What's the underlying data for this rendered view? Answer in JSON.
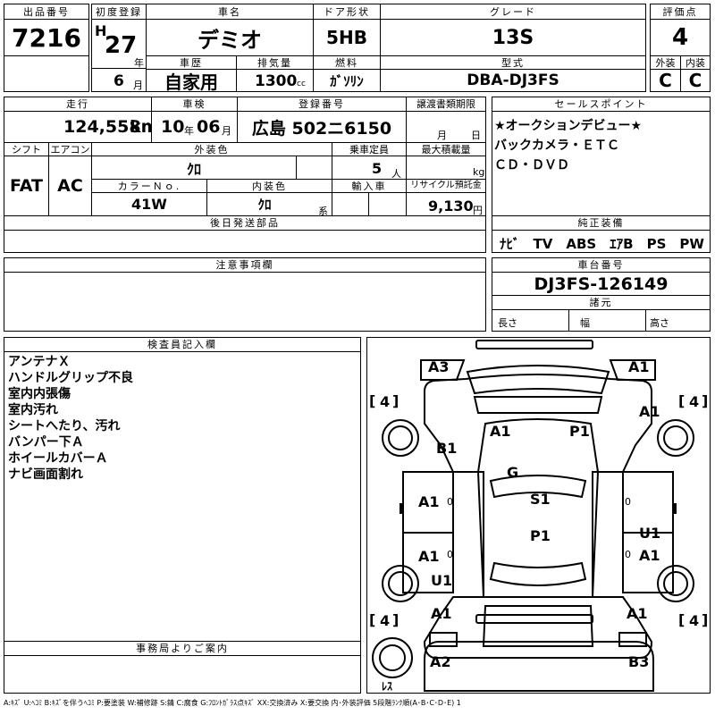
{
  "header": {
    "lot_no_label": "出品番号",
    "lot_no": "7216",
    "first_reg_label": "初度登録",
    "era": "H",
    "year": "27",
    "year_unit": "年",
    "month": "6",
    "month_unit": "月",
    "car_name_label": "車名",
    "car_name": "デミオ",
    "door_label": "ドア形状",
    "door": "5HB",
    "grade_label": "グレード",
    "grade": "13S",
    "score_label": "評価点",
    "score": "4",
    "history_label": "車歴",
    "history": "自家用",
    "displacement_label": "排気量",
    "displacement": "1300",
    "displacement_unit": "cc",
    "fuel_label": "燃料",
    "fuel": "ｶﾞｿﾘﾝ",
    "model_label": "型式",
    "model": "DBA-DJ3FS",
    "ext_label": "外装",
    "ext_grade": "C",
    "int_label": "内装",
    "int_grade": "C"
  },
  "row2": {
    "mileage_label": "走行",
    "mileage": "124,558",
    "mileage_unit": "km",
    "inspection_label": "車検",
    "insp_year": "10",
    "insp_year_unit": "年",
    "insp_month": "06",
    "insp_month_unit": "月",
    "reg_no_label": "登録番号",
    "reg_no": "広島 502ニ6150",
    "transfer_label": "譲渡書類期限",
    "transfer_month_unit": "月",
    "transfer_day_unit": "日",
    "sales_label": "セールスポイント",
    "sales_points": [
      "★オークションデビュー★",
      "バックカメラ・ＥＴＣ",
      "ＣＤ・ＤＶＤ"
    ]
  },
  "row3": {
    "shift_label": "シフト",
    "shift": "FAT",
    "ac_label": "エアコン",
    "ac": "AC",
    "ext_color_label": "外装色",
    "ext_color": "ｸﾛ",
    "capacity_label": "乗車定員",
    "capacity": "5",
    "capacity_unit": "人",
    "max_load_label": "最大積載量",
    "max_load_unit": "kg",
    "color_no_label": "カラーＮｏ.",
    "color_no": "41W",
    "int_color_label": "内装色",
    "int_color": "ｸﾛ",
    "int_color_unit": "系",
    "import_label": "輸入車",
    "recycle_label": "リサイクル預託金",
    "recycle": "9,130",
    "recycle_unit": "円"
  },
  "later_parts_label": "後日発送部品",
  "genuine_label": "純正装備",
  "genuine_equipment": "ﾅﾋﾞ　TV　ABS　ｴｱB　PS　PW",
  "notes_label": "注意事項欄",
  "chassis_label": "車台番号",
  "chassis": "DJ3FS-126149",
  "specs_label": "諸元",
  "length_label": "長さ",
  "width_label": "幅",
  "height_label": "高さ",
  "inspector_label": "検査員記入欄",
  "inspector_notes": [
    "アンテナＸ",
    "ハンドルグリップ不良",
    "室内内張傷",
    "室内汚れ",
    "シートへたり、汚れ",
    "バンパー下Ａ",
    "ホイールカバーＡ",
    "ナビ画面割れ"
  ],
  "office_label": "事務局よりご案内",
  "legend": "A:ｷｽﾞ  U:ﾍｺﾐ  B:ｷｽﾞを伴うﾍｺﾐ  P:要塗装  W:補修跡  S:錆  C:腐食  G:ﾌﾛﾝﾄｶﾞﾗｽ点ｷｽﾞ  XX:交換済み  X:要交換   内･外装評価  5段階ﾗﾝｸ順(A･B･C･D･E) 1",
  "diagram": {
    "marks": {
      "a3": "A3",
      "a1_tr": "A1",
      "a1_r": "A1",
      "b1": "B1",
      "a1_hood": "A1",
      "p1_hood": "P1",
      "g": "G",
      "a1_l1": "A1",
      "s1": "S1",
      "p1_roof": "P1",
      "a1_l2": "A1",
      "u1_r": "U1",
      "a1_r2": "A1",
      "u1_l": "U1",
      "a1_lb": "A1",
      "a1_rb": "A1",
      "a2": "A2",
      "b3": "B3",
      "o1": "0",
      "o2": "0",
      "o3": "0",
      "o4": "0"
    },
    "tires": {
      "fl": "4",
      "fr": "4",
      "rl": "4",
      "rr": "4"
    },
    "spare": "ﾚｽ"
  }
}
